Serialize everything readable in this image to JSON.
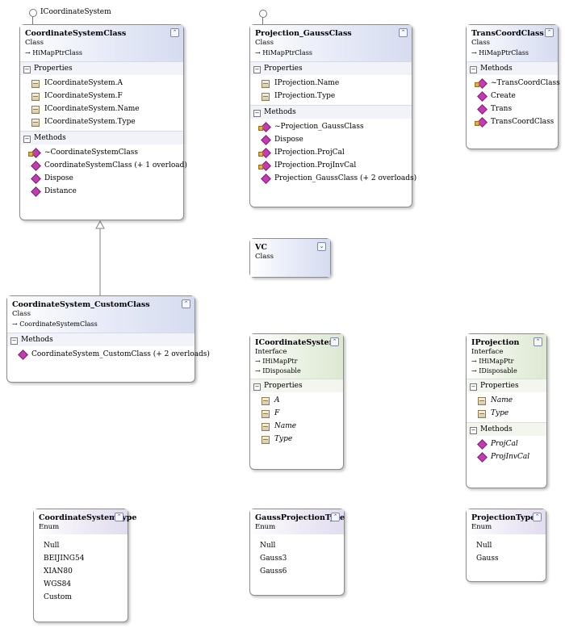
{
  "lollipops": {
    "coord_label": "ICoordinateSystem"
  },
  "coordinate_system_class": {
    "title": "CoordinateSystemClass",
    "stereotype": "Class",
    "base": "→ HiMapPtrClass",
    "properties_label": "Properties",
    "properties": [
      "ICoordinateSystem.A",
      "ICoordinateSystem.F",
      "ICoordinateSystem.Name",
      "ICoordinateSystem.Type"
    ],
    "methods_label": "Methods",
    "methods": [
      "~CoordinateSystemClass",
      "CoordinateSystemClass (+ 1 overload)",
      "Dispose",
      "Distance"
    ]
  },
  "projection_gauss_class": {
    "title": "Projection_GaussClass",
    "stereotype": "Class",
    "base": "→ HiMapPtrClass",
    "properties_label": "Properties",
    "properties": [
      "IProjection.Name",
      "IProjection.Type"
    ],
    "methods_label": "Methods",
    "methods": [
      "~Projection_GaussClass",
      "Dispose",
      "IProjection.ProjCal",
      "IProjection.ProjInvCal",
      "Projection_GaussClass (+ 2 overloads)"
    ]
  },
  "trans_coord_class": {
    "title": "TransCoordClass",
    "stereotype": "Class",
    "base": "→ HiMapPtrClass",
    "methods_label": "Methods",
    "methods": [
      "~TransCoordClass",
      "Create",
      "Trans",
      "TransCoordClass"
    ]
  },
  "vc": {
    "title": "VC",
    "stereotype": "Class"
  },
  "coordinate_system_custom_class": {
    "title": "CoordinateSystem_CustomClass",
    "stereotype": "Class",
    "base": "→ CoordinateSystemClass",
    "methods_label": "Methods",
    "methods": [
      "CoordinateSystem_CustomClass (+ 2 overloads)"
    ]
  },
  "icoordinate_system": {
    "title": "ICoordinateSystem",
    "stereotype": "Interface",
    "bases": [
      "→ IHiMapPtr",
      "→ IDisposable"
    ],
    "properties_label": "Properties",
    "properties": [
      "A",
      "F",
      "Name",
      "Type"
    ]
  },
  "iprojection": {
    "title": "IProjection",
    "stereotype": "Interface",
    "bases": [
      "→ IHiMapPtr",
      "→ IDisposable"
    ],
    "properties_label": "Properties",
    "properties": [
      "Name",
      "Type"
    ],
    "methods_label": "Methods",
    "methods": [
      "ProjCal",
      "ProjInvCal"
    ]
  },
  "coordinate_system_type": {
    "title": "CoordinateSystemType",
    "stereotype": "Enum",
    "values": [
      "Null",
      "BEIJING54",
      "XIAN80",
      "WGS84",
      "Custom"
    ]
  },
  "gauss_projection_type": {
    "title": "GaussProjectionType",
    "stereotype": "Enum",
    "values": [
      "Null",
      "Gauss3",
      "Gauss6"
    ]
  },
  "projection_type": {
    "title": "ProjectionType",
    "stereotype": "Enum",
    "values": [
      "Null",
      "Gauss"
    ]
  }
}
